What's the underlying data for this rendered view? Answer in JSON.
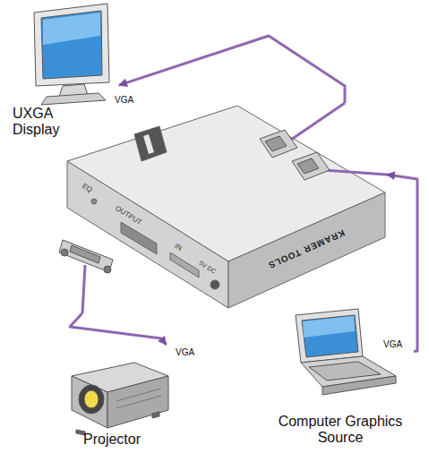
{
  "diagram": {
    "nodes": [
      {
        "text": [
          "KRAMER TOOLS"
        ]
      },
      {
        "text": [
          "UXGA Display"
        ]
      },
      {
        "text": [
          "Projector"
        ]
      },
      {
        "text": [
          "Computer Graphics Source"
        ]
      }
    ],
    "edges": [
      {
        "from": 0,
        "to": 1,
        "arrow": "to",
        "label": "VGA"
      },
      {
        "from": 0,
        "to": 2,
        "arrow": "to",
        "label": "VGA"
      },
      {
        "from": 3,
        "to": 0,
        "arrow": "to",
        "label": "VGA"
      }
    ],
    "labels": [
      "EQ",
      "OUTPUT",
      "IN",
      "5V DC"
    ]
  }
}
